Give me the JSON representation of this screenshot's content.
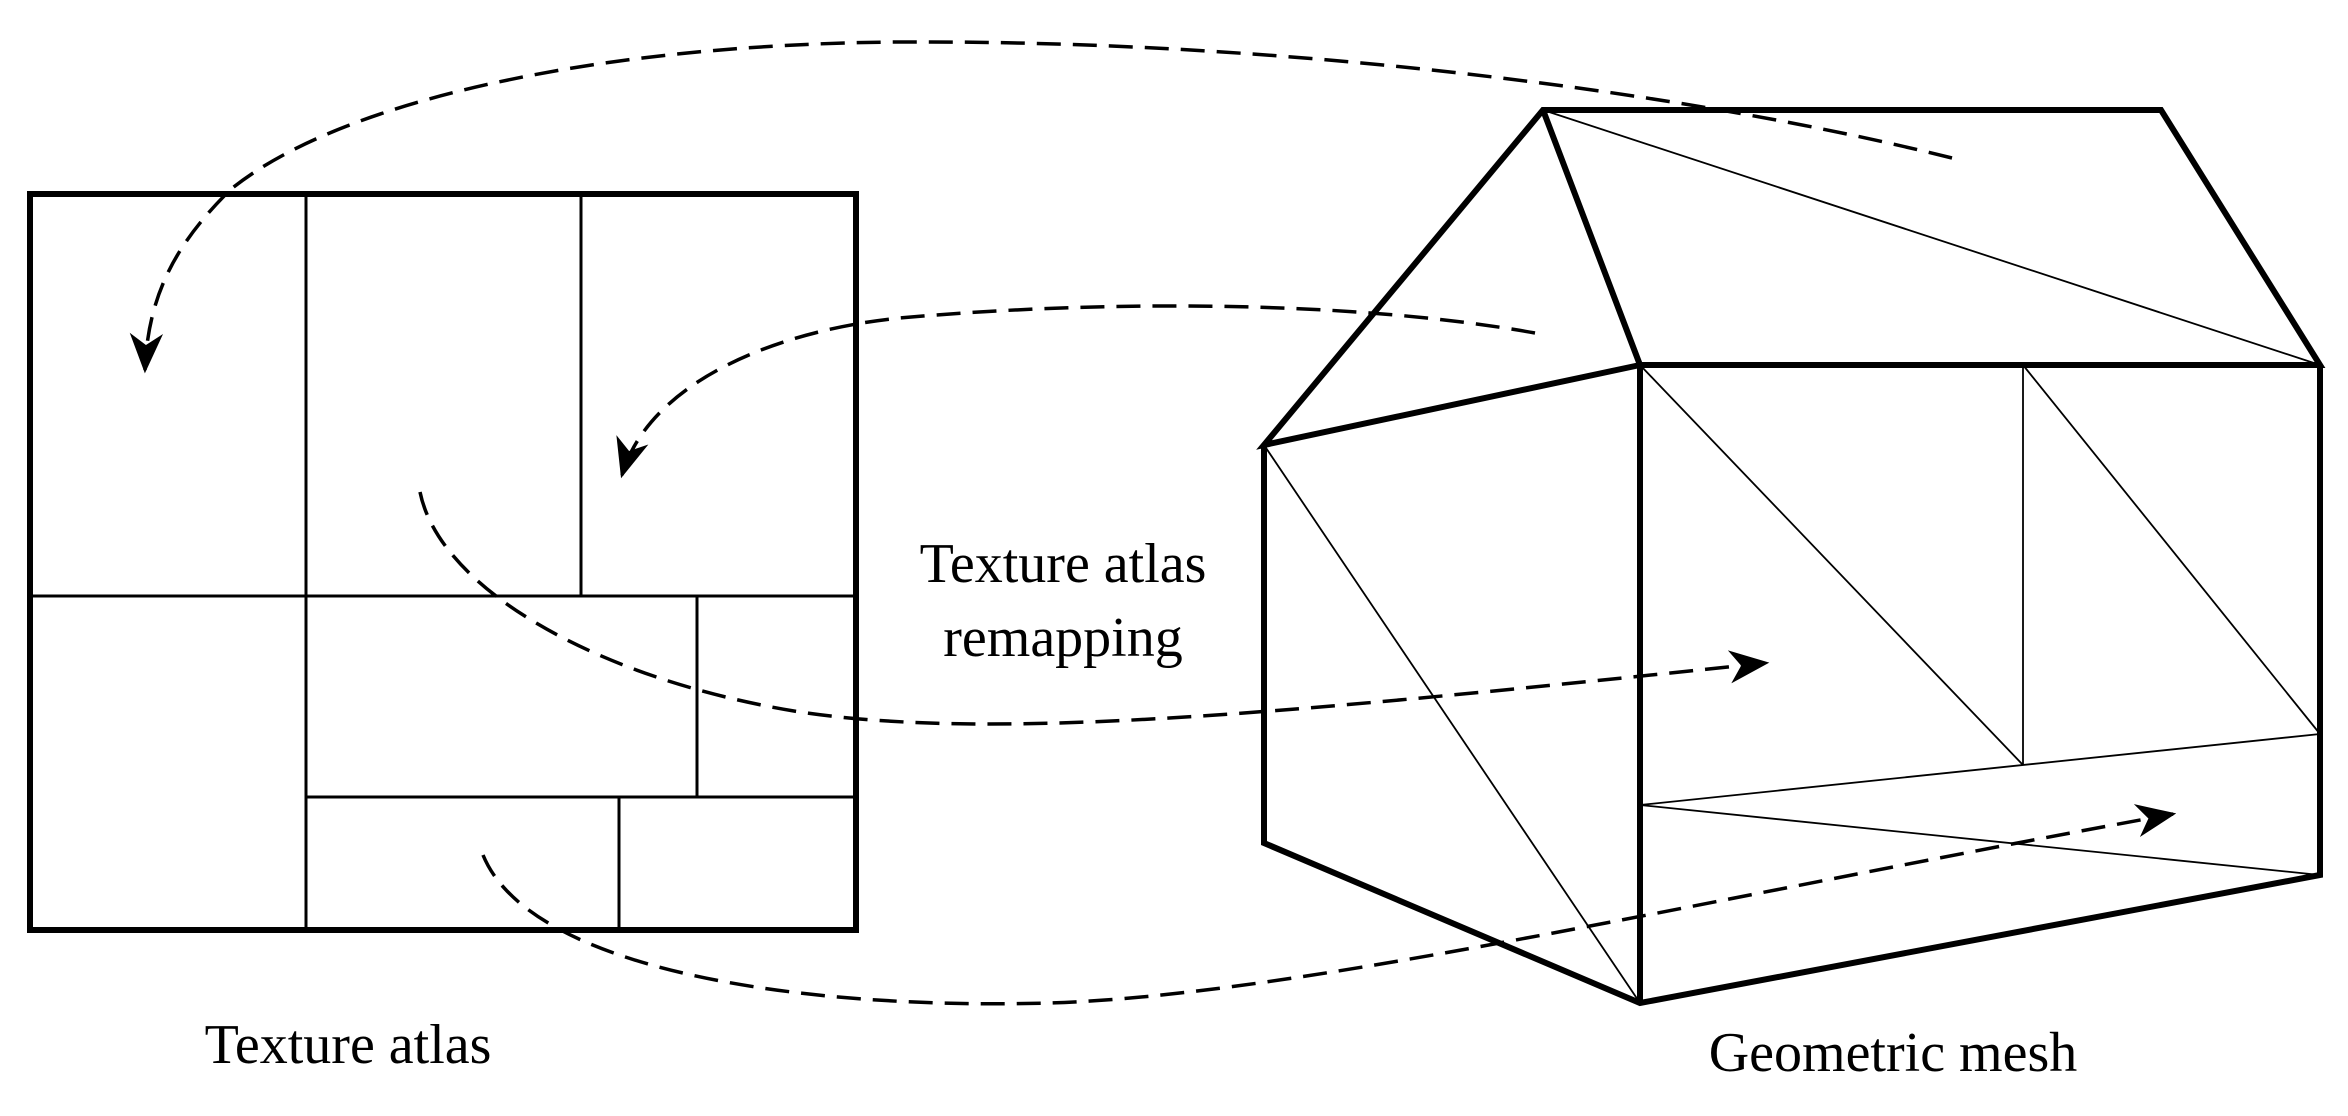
{
  "labels": {
    "left_caption": "Texture atlas",
    "center_caption_line1": "Texture atlas",
    "center_caption_line2": "remapping",
    "right_caption": "Geometric mesh"
  },
  "colors": {
    "line": "#000000",
    "background": "#ffffff"
  }
}
